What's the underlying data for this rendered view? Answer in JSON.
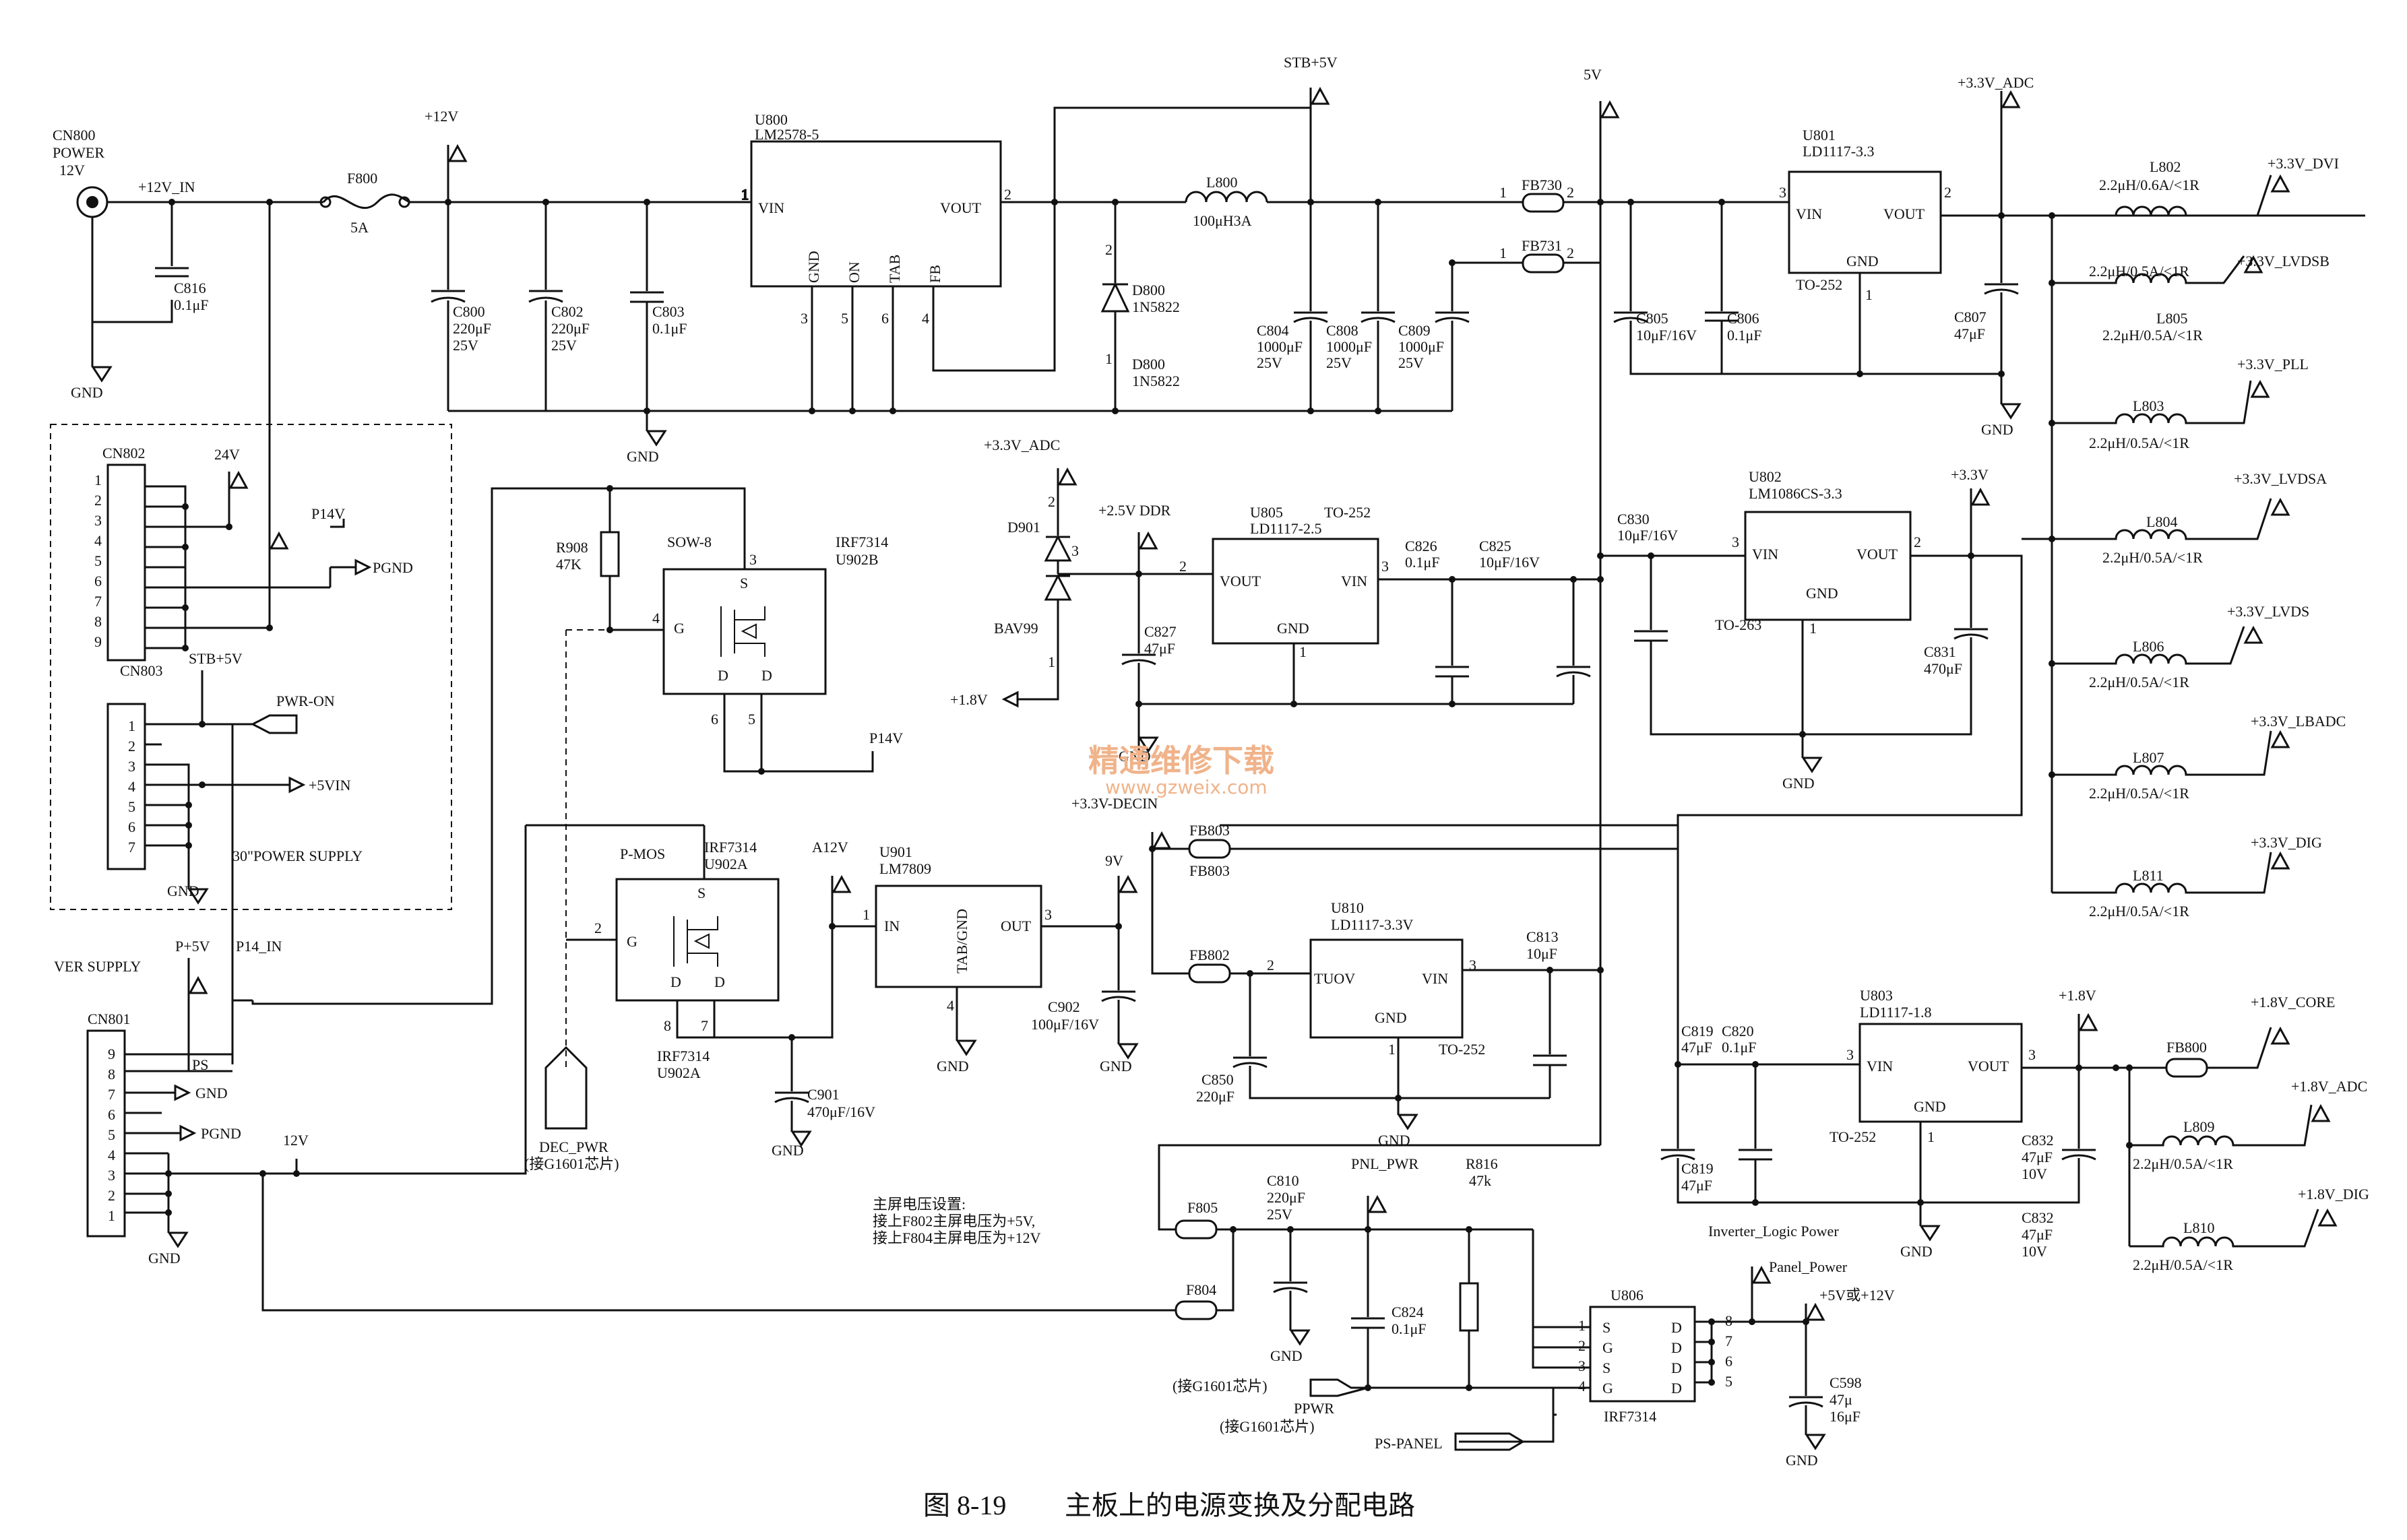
{
  "caption": {
    "figure_no": "图 8-19",
    "title": "主板上的电源变换及分配电路"
  },
  "watermark": {
    "cn": "精通维修下载",
    "url": "www.gzweix.com"
  },
  "rails": {
    "cn800": "CN800",
    "power": "POWER",
    "v12": "12V",
    "v12_in": "+12V_IN",
    "p12": "+12V",
    "stb5": "STB+5V",
    "v5": "5V",
    "v33adc": "+3.3V_ADC",
    "v33adc2": "+3.3V_ADC",
    "v33dvi": "+3.3V_DVI",
    "v33lvdsb": "+3.3V_LVDSB",
    "v33pll": "+3.3V_PLL",
    "v33lvdsa": "+3.3V_LVDSA",
    "v33lvds": "+3.3V_LVDS",
    "v33lbadc": "+3.3V_LBADC",
    "v33dig": "+3.3V_DIG",
    "v33": "+3.3V",
    "v25ddr": "+2.5V DDR",
    "v18": "+1.8V",
    "v18b": "+1.8V",
    "v18core": "+1.8V_CORE",
    "v18adc": "+1.8V_ADC",
    "v18dig": "+1.8V_DIG",
    "v33decin": "+3.3V-DECIN",
    "a12v": "A12V",
    "v9": "9V",
    "v24": "24V",
    "p14v": "P14V",
    "p14v2": "P14V",
    "pgnd": "PGND",
    "pgnd2": "PGND",
    "stb5b": "STB+5V",
    "pwron": "PWR-ON",
    "v5in": "+5VIN",
    "pp5": "P+5V",
    "p14in": "P14_IN",
    "ps": "PS",
    "v12b": "12V",
    "pnlpwr": "PNL_PWR",
    "inv": "Inverter_Logic Power",
    "panelp": "Panel_Power",
    "v5or12": "+5V或+12V",
    "gnd": "GND"
  },
  "parts": {
    "f800": "F800",
    "f800v": "5A",
    "c816": "C816",
    "c816v": "0.1μF",
    "c800": "C800",
    "c800v": "220μF",
    "c800u": "25V",
    "c802": "C802",
    "c802v": "220μF",
    "c802u": "25V",
    "c803": "C803",
    "c803v": "0.1μF",
    "u800": "U800",
    "u800p": "LM2578-5",
    "pin_vin": "VIN",
    "pin_vout": "VOUT",
    "pin_gnd": "GND",
    "pin_on": "ON",
    "pin_tab": "TAB",
    "pin_fb": "FB",
    "l800": "L800",
    "l800v": "100μH3A",
    "d800": "D800",
    "d800v": "1N5822",
    "d800b": "D800",
    "d800bv": "1N5822",
    "c804": "C804",
    "c804v": "1000μF",
    "c804u": "25V",
    "c808": "C808",
    "c808v": "1000μF",
    "c808u": "25V",
    "c809": "C809",
    "c809v": "1000μF",
    "c809u": "25V",
    "fb730": "FB730",
    "fb731": "FB731",
    "c805": "C805",
    "c805v": "10μF/16V",
    "c806": "C806",
    "c806v": "0.1μF",
    "u801": "U801",
    "u801p": "LD1117-3.3",
    "u801pkg": "TO-252",
    "c807": "C807",
    "c807v": "47μF",
    "l802": "L802",
    "l802v": "2.2μH/0.6A/<1R",
    "l805a": "2.2μH/0.5A/<1R",
    "l805": "L805",
    "l805v": "2.2μH/0.5A/<1R",
    "l803": "L803",
    "l803v": "2.2μH/0.5A/<1R",
    "l804": "L804",
    "l804v": "2.2μH/0.5A/<1R",
    "l806": "L806",
    "l806v": "2.2μH/0.5A/<1R",
    "l807": "L807",
    "l807v": "2.2μH/0.5A/<1R",
    "l811": "L811",
    "l811v": "2.2μH/0.5A/<1R",
    "cn802": "CN802",
    "cn803": "CN803",
    "supply30": "30\"POWER SUPPLY",
    "r908": "R908",
    "r908v": "47K",
    "sow8": "SOW-8",
    "irf_b": "IRF7314",
    "u902b": "U902B",
    "d901": "D901",
    "bav99": "BAV99",
    "u805": "U805",
    "u805p": "LD1117-2.5",
    "u805pkg": "TO-252",
    "c826": "C826",
    "c826v": "0.1μF",
    "c825": "C825",
    "c825v": "10μF/16V",
    "c827": "C827",
    "c827v": "47μF",
    "c830": "C830",
    "c830v": "10μF/16V",
    "u802": "U802",
    "u802p": "LM1086CS-3.3",
    "u802pkg": "TO-263",
    "c831": "C831",
    "c831v": "470μF",
    "pmos": "P-MOS",
    "irf_a": "IRF7314",
    "u902a": "U902A",
    "irf_a2": "IRF7314",
    "u902a2": "U902A",
    "u901": "U901",
    "u901p": "LM7809",
    "tabgnd": "TAB/GND",
    "pin_in": "IN",
    "pin_out": "OUT",
    "c901": "C901",
    "c901v": "470μF/16V",
    "c902": "C902",
    "c902v": "100μF/16V",
    "fb803": "FB803",
    "fb803b": "FB803",
    "fb802": "FB802",
    "u810": "U810",
    "u810p": "LD1117-3.3V",
    "u810pkg": "TO-252",
    "tuov": "TUOV",
    "c813": "C813",
    "c813v": "10μF",
    "c850": "C850",
    "c850v": "220μF",
    "ver": "VER SUPPLY",
    "cn801": "CN801",
    "decpwr": "DEC_PWR",
    "decnote": "(接G1601芯片)",
    "note1": "主屏电压设置:",
    "note2": "接上F802主屏电压为+5V,",
    "note3": "接上F804主屏电压为+12V",
    "f805": "F805",
    "f804": "F804",
    "c810": "C810",
    "c810v": "220μF",
    "c810u": "25V",
    "c824": "C824",
    "c824v": "0.1μF",
    "r816": "R816",
    "r816v": "47k",
    "u806": "U806",
    "irf806": "IRF7314",
    "ppwr": "PPWR",
    "ppnote": "(接G1601芯片)",
    "ppnote2": "(接G1601芯片)",
    "pspanel": "PS-PANEL",
    "c598": "C598",
    "c598v": "47μ",
    "c598u": "16μF",
    "c819": "C819",
    "c819v": "47μF",
    "c819b": "C819",
    "c819bv": "47μF",
    "c820": "C820",
    "c820v": "0.1μF",
    "u803": "U803",
    "u803p": "LD1117-1.8",
    "u803pkg": "TO-252",
    "c832": "C832",
    "c832v": "47μF",
    "c832u": "10V",
    "c832b": "C832",
    "c832bv": "47μF",
    "c832bu": "10V",
    "fb800": "FB800",
    "l809": "L809",
    "l809v": "2.2μH/0.5A/<1R",
    "l810": "L810",
    "l810v": "2.2μH/0.5A/<1R"
  }
}
